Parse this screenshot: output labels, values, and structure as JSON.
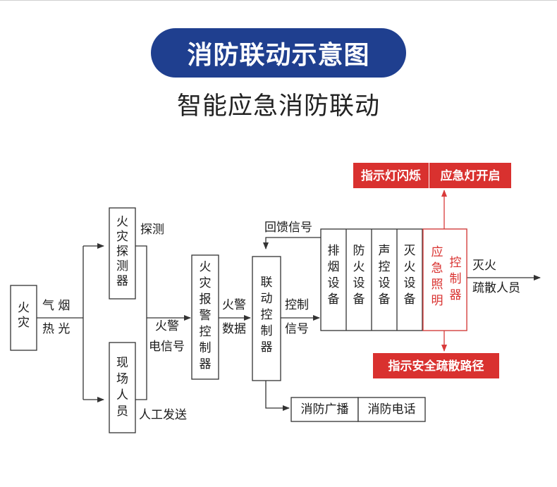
{
  "title": "消防联动示意图",
  "subtitle": "智能应急消防联动",
  "colors": {
    "title_bg": "#1f3f8f",
    "red_bg": "#d9312f",
    "red_border": "#e0403e",
    "red_text": "#d9312f",
    "line": "#333333"
  },
  "nodes": {
    "fire": "火灾",
    "detector": "火灾探测器",
    "staff": "现场人员",
    "alarm_controller": "火灾报警控制器",
    "linkage_controller": "联动控制器",
    "smoke_exhaust": "排烟设备",
    "fire_door": "防火设备",
    "sound_control": "声控设备",
    "extinguish": "灭火设备",
    "emergency_light": "应急照明",
    "light_controller": "控制器",
    "broadcast": "消防广播",
    "phone": "消防电话",
    "indicator_flash": "指示灯闪烁",
    "emergency_on": "应急灯开启",
    "evac_path": "指示安全疏散路径"
  },
  "labels": {
    "gas_smoke": "气 烟",
    "heat_light": "热 光",
    "detect": "探测",
    "manual": "人工发送",
    "fire_alarm_1": "火警",
    "electric_signal": "电信号",
    "fire_alarm_2": "火警",
    "data": "数据",
    "control": "控制",
    "signal": "信号",
    "feedback": "回馈信号",
    "extinguish_label": "灭火",
    "evacuate": "疏散人员"
  }
}
